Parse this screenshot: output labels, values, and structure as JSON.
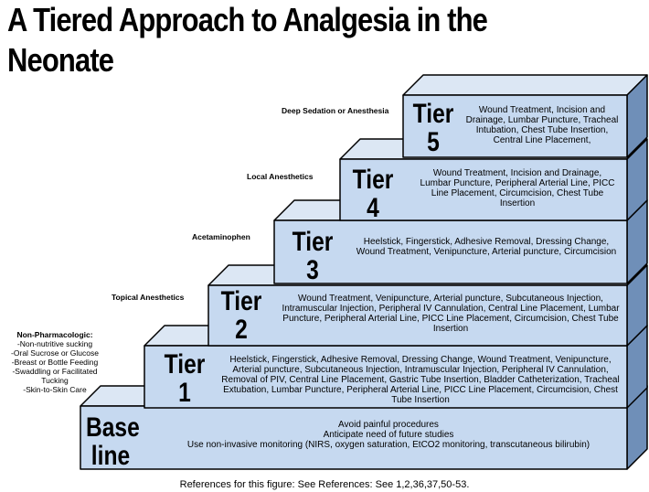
{
  "title_line1": "A Tiered Approach to Analgesia in the",
  "title_line2": "Neonate",
  "colors": {
    "step_front": "#c6d9f0",
    "step_top": "#dce7f4",
    "step_side": "#6f8fb8",
    "stroke": "#000000"
  },
  "tiers": [
    {
      "label_line1": "Base",
      "label_line2": "line",
      "side_label": "",
      "items": [
        "Avoid painful procedures",
        "Anticipate need of future studies",
        "Use non-invasive monitoring (NIRS, oxygen saturation, EtCO2 monitoring, transcutaneous bilirubin)"
      ]
    },
    {
      "label_line1": "Tier",
      "label_line2": "1",
      "side_label": "",
      "items": [
        "Heelstick, Fingerstick, Adhesive Removal, Dressing Change, Wound Treatment, Venipuncture,",
        "Arterial puncture, Subcutaneous Injection, Intramuscular Injection, Peripheral IV Cannulation,",
        "Removal of PIV, Central Line Placement, Gastric Tube Insertion, Bladder Catheterization, Tracheal",
        "Extubation, Lumbar Puncture, Peripheral Arterial Line, PICC Line Placement, Circumcision, Chest",
        "Tube Insertion"
      ]
    },
    {
      "label_line1": "Tier",
      "label_line2": "2",
      "side_label": "Topical Anesthetics",
      "items": [
        "Wound Treatment, Venipuncture, Arterial puncture, Subcutaneous Injection,",
        "Intramuscular Injection, Peripheral IV Cannulation, Central Line Placement, Lumbar",
        "Puncture, Peripheral Arterial Line, PICC Line Placement, Circumcision, Chest Tube",
        "Insertion"
      ]
    },
    {
      "label_line1": "Tier",
      "label_line2": "3",
      "side_label": "Acetaminophen",
      "items": [
        "Heelstick, Fingerstick, Adhesive Removal, Dressing Change,",
        "Wound Treatment, Venipuncture, Arterial puncture, Circumcision"
      ]
    },
    {
      "label_line1": "Tier",
      "label_line2": "4",
      "side_label": "Local Anesthetics",
      "items": [
        "Wound Treatment, Incision and Drainage,",
        "Lumbar Puncture, Peripheral Arterial Line, PICC",
        "Line Placement, Circumcision, Chest Tube",
        "Insertion"
      ]
    },
    {
      "label_line1": "Tier",
      "label_line2": "5",
      "side_label": "Deep Sedation or Anesthesia",
      "items": [
        "Wound Treatment, Incision and",
        "Drainage, Lumbar Puncture, Tracheal",
        "Intubation, Chest Tube Insertion,",
        "Central Line Placement,"
      ]
    }
  ],
  "non_pharmacologic": {
    "title": "Non-Pharmacologic:",
    "items": [
      "-Non-nutritive sucking",
      "-Oral Sucrose or Glucose",
      "-Breast or Bottle Feeding",
      "-Swaddling or Facilitated Tucking",
      "-Skin-to-Skin Care"
    ]
  },
  "footer": "References for this figure: See References: See 1,2,36,37,50-53."
}
